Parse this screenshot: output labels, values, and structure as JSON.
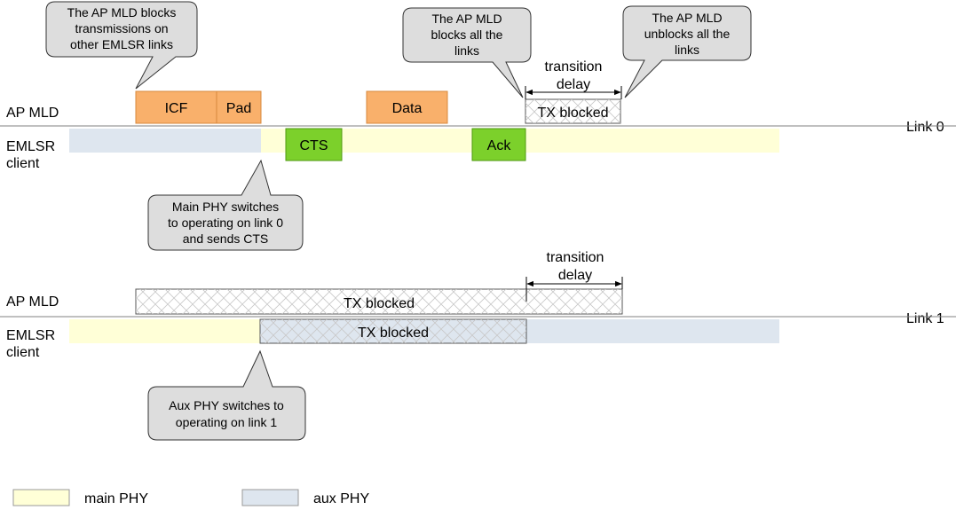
{
  "colors": {
    "main_phy": "#ffffd7",
    "aux_phy": "#dee6ef",
    "frame_orange": "#f9b06b",
    "frame_orange_border": "#d8893c",
    "frame_green": "#7cd02b",
    "frame_green_border": "#4f9a10",
    "callout_fill": "#dddddd",
    "callout_stroke": "#333333",
    "line": "#808080"
  },
  "link0": {
    "label": "Link 0",
    "ap_label": "AP MLD",
    "client_label": "EMLSR\nclient",
    "frames": {
      "icf": "ICF",
      "pad": "Pad",
      "data": "Data",
      "cts": "CTS",
      "ack": "Ack",
      "tx_blocked": "TX blocked"
    },
    "transition_delay": "transition\ndelay",
    "callouts": {
      "ap_blocks_others": "The AP MLD blocks\ntransmissions on\nother EMLSR links",
      "ap_blocks_all": "The AP MLD\nblocks all the\nlinks",
      "ap_unblocks_all": "The AP MLD\nunblocks all the\nlinks",
      "main_phy_switch": "Main PHY switches\nto operating on link 0\nand sends CTS"
    }
  },
  "link1": {
    "label": "Link 1",
    "ap_label": "AP MLD",
    "client_label": "EMLSR\nclient",
    "ap_tx_blocked": "TX blocked",
    "client_tx_blocked": "TX blocked",
    "transition_delay": "transition\ndelay",
    "callouts": {
      "aux_phy_switch": "Aux PHY switches to\noperating on link 1"
    }
  },
  "legend": {
    "main_phy": "main PHY",
    "aux_phy": "aux PHY"
  }
}
